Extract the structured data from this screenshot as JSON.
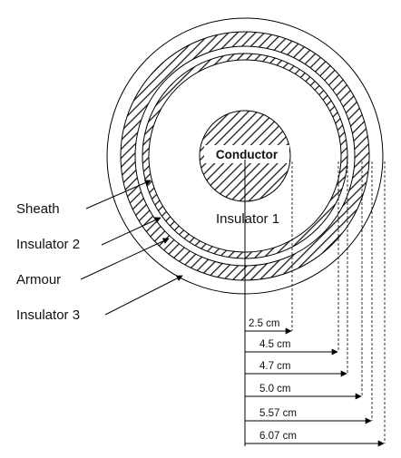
{
  "conductor_label": "Conductor",
  "labels": {
    "sheath": "Sheath",
    "insulator2": "Insulator 2",
    "armour": "Armour",
    "insulator3": "Insulator 3",
    "insulator1": "Insulator 1"
  },
  "dimensions": [
    {
      "text": "2.5 cm",
      "radius_cm": 2.5
    },
    {
      "text": "4.5 cm",
      "radius_cm": 4.5
    },
    {
      "text": "4.7 cm",
      "radius_cm": 4.7
    },
    {
      "text": "5.0 cm",
      "radius_cm": 5.0
    },
    {
      "text": "5.57 cm",
      "radius_cm": 5.57
    },
    {
      "text": "6.07 cm",
      "radius_cm": 6.07
    }
  ],
  "colors": {
    "line": "#000000",
    "hatch": "#222222",
    "background": "#ffffff"
  }
}
